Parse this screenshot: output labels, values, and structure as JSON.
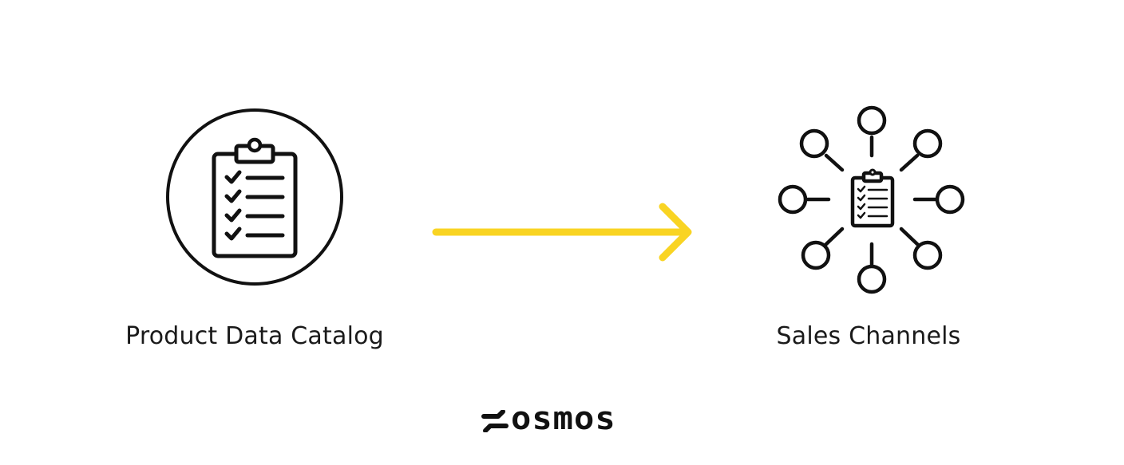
{
  "source_node": {
    "label": "Product Data Catalog",
    "icon": "clipboard-checklist-icon"
  },
  "connector": {
    "icon": "arrow-right-icon",
    "color": "#F9D423"
  },
  "target_node": {
    "label": "Sales Channels",
    "icon": "clipboard-network-icon"
  },
  "brand": {
    "name": "osmos",
    "icon": "osmos-logo-mark-icon"
  },
  "colors": {
    "stroke": "#111111",
    "accent": "#F9D423",
    "background": "#FFFFFF"
  }
}
